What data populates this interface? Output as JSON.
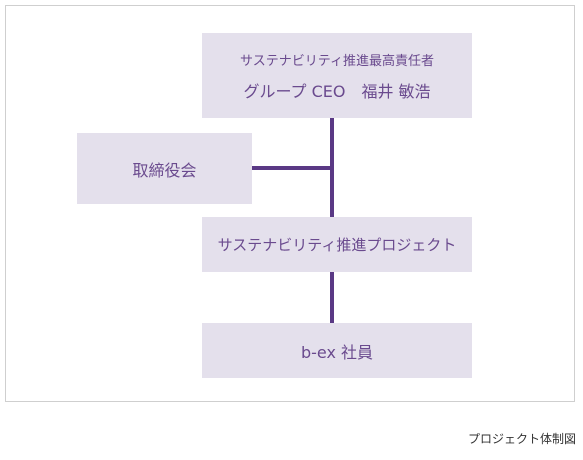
{
  "diagram": {
    "ceo": {
      "role": "サステナビリティ推進最高責任者",
      "name": "グループ CEO　福井 敏浩"
    },
    "board": "取締役会",
    "project": "サステナビリティ推進プロジェクト",
    "employees": "b-ex 社員"
  },
  "caption": "プロジェクト体制図",
  "colors": {
    "box_fill": "#e4e0ec",
    "text": "#6a4a8e",
    "connector": "#5a3985",
    "frame_border": "#cfcfcf"
  }
}
